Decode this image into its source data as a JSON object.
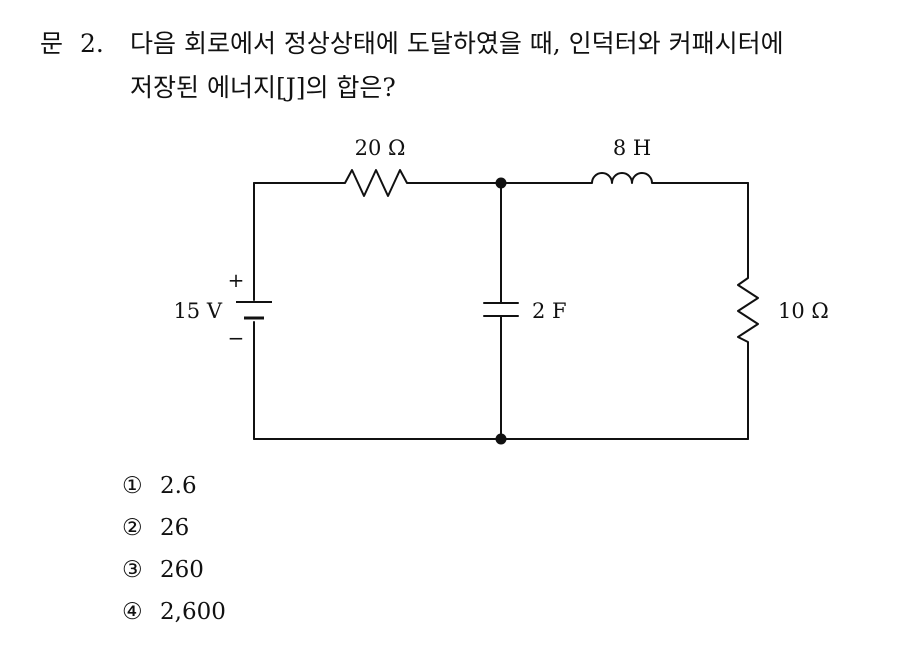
{
  "question": {
    "label": "문",
    "number": "2.",
    "line1": "다음 회로에서 정상상태에 도달하였을 때, 인덕터와 커패시터에",
    "line2": "저장된 에너지[J]의 합은?"
  },
  "circuit": {
    "source_voltage": "15 V",
    "source_plus": "+",
    "source_minus": "−",
    "resistor1": "20 Ω",
    "inductor": "8 H",
    "capacitor": "2 F",
    "resistor2": "10 Ω"
  },
  "choices": [
    {
      "mark": "①",
      "value": "2.6"
    },
    {
      "mark": "②",
      "value": "26"
    },
    {
      "mark": "③",
      "value": "260"
    },
    {
      "mark": "④",
      "value": "2,600"
    }
  ]
}
